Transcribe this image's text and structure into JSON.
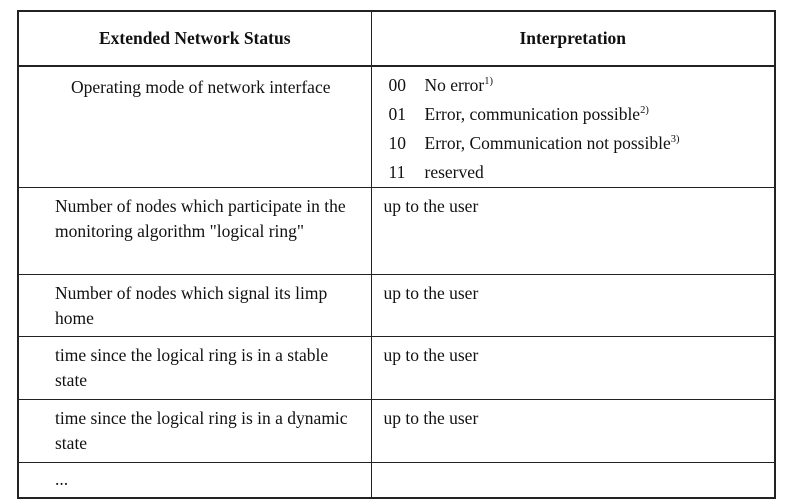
{
  "table": {
    "headers": {
      "status": "Extended Network Status",
      "interpretation": "Interpretation"
    },
    "mode_row": {
      "description": "Operating mode of network interface",
      "codes": [
        {
          "code": "00",
          "text": "No error",
          "note": "1)"
        },
        {
          "code": "01",
          "text": "Error, communication possible",
          "note": "2)"
        },
        {
          "code": "10",
          "text": "Error, Communication not possible",
          "note": "3)"
        },
        {
          "code": "11",
          "text": "reserved",
          "note": ""
        }
      ]
    },
    "rows": [
      {
        "description": "Number of nodes which participate in the monitoring algorithm \"logical ring\"",
        "interpretation": "up to the user"
      },
      {
        "description": "Number of nodes which signal its limp home",
        "interpretation": "up to the user"
      },
      {
        "description": "time since the logical ring is in a stable state",
        "interpretation": "up to the user"
      },
      {
        "description": "time since the logical ring is in a dynamic state",
        "interpretation": "up to the user"
      }
    ],
    "ellipsis": "..."
  }
}
